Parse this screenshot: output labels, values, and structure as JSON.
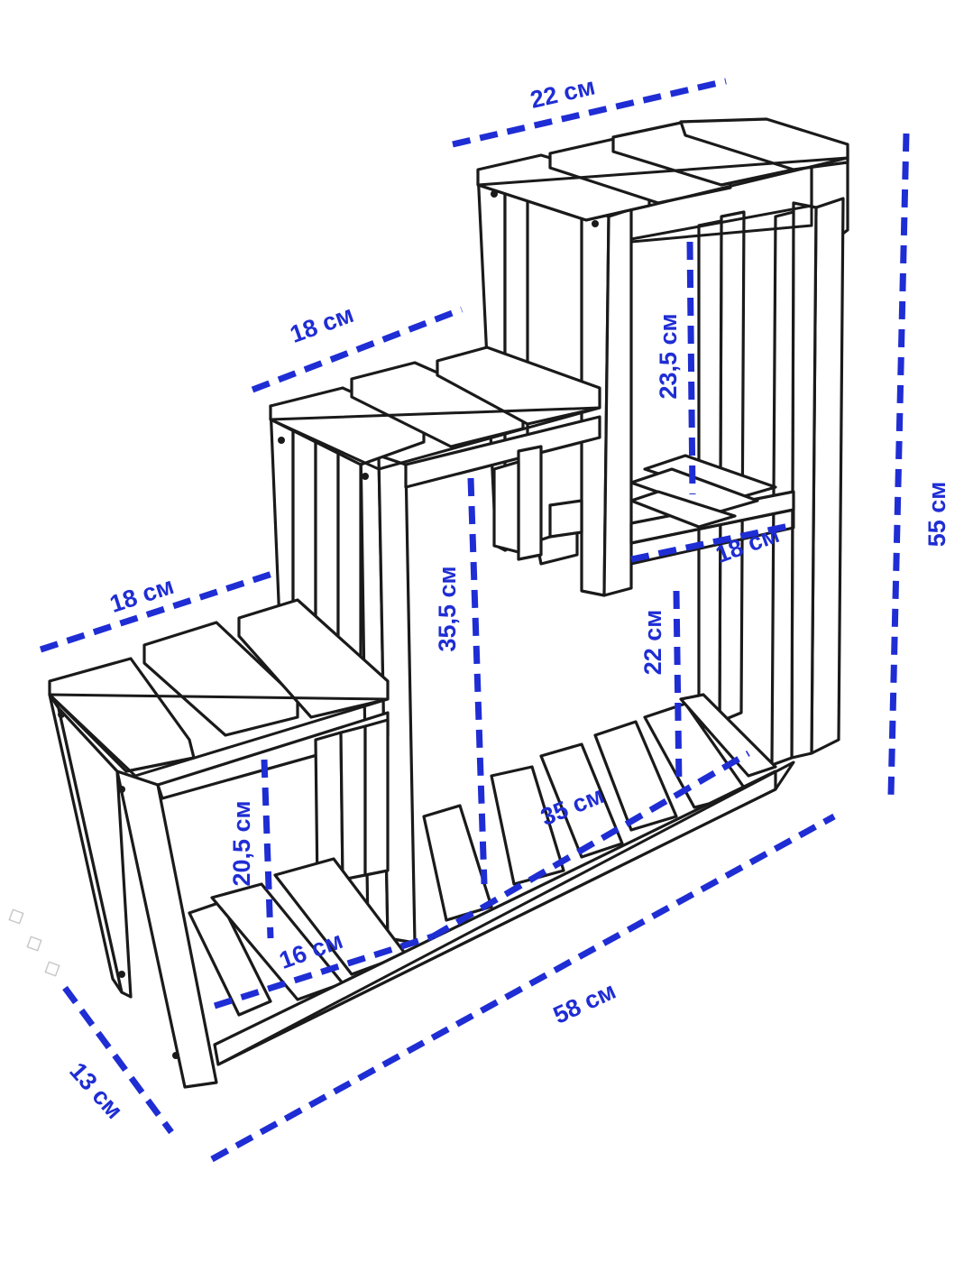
{
  "dimensions": {
    "top_width": "22 см",
    "middle_width": "18 см",
    "left_width": "18 см",
    "total_height": "55 см",
    "top_shelf_clearance": "23,5 см",
    "middle_clearance": "35,5 см",
    "right_inner_shelf_width": "18 см",
    "right_lower_clearance": "22 см",
    "left_clearance": "20,5 см",
    "bottom_left_span": "16 см",
    "bottom_right_span": "35 см",
    "total_length": "58 см",
    "depth": "13 см"
  },
  "colors": {
    "dimension": "#1f2dd4",
    "outline": "#1a1a1a",
    "background": "#ffffff"
  }
}
